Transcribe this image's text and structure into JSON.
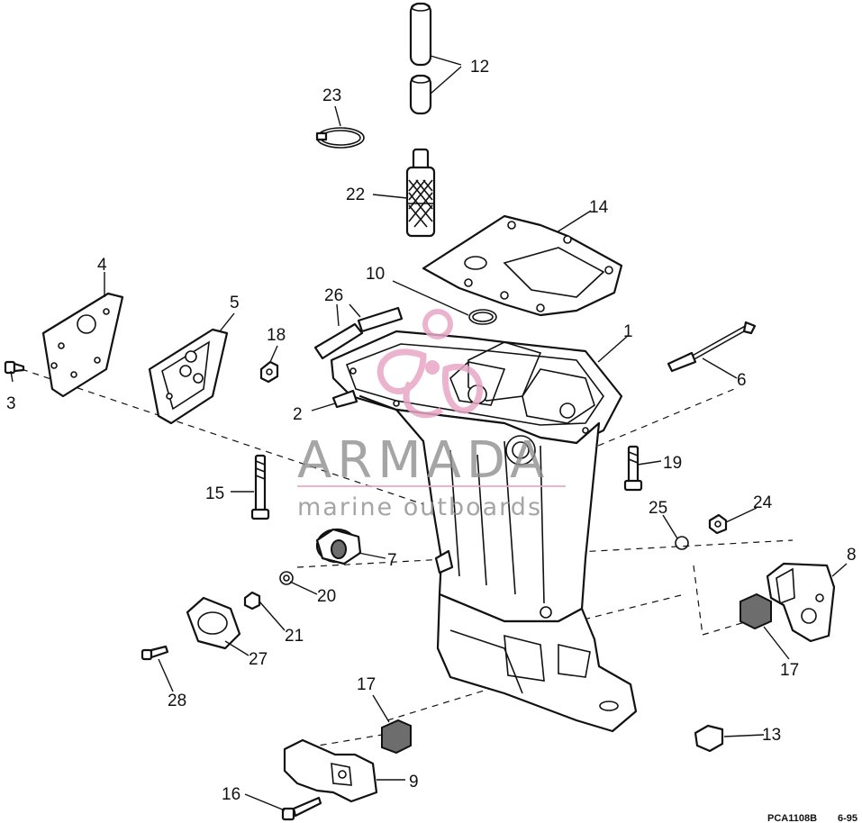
{
  "diagram": {
    "reference_code": "PCA1108B",
    "date_code": "6-95",
    "watermark": {
      "brand": "ARMADA",
      "tagline": "marine outboards",
      "color_gray": "#8f8f8f",
      "color_pink": "#e8a6c6"
    },
    "callouts": [
      {
        "id": "1",
        "label": "1"
      },
      {
        "id": "2",
        "label": "2"
      },
      {
        "id": "3",
        "label": "3"
      },
      {
        "id": "4",
        "label": "4"
      },
      {
        "id": "5",
        "label": "5"
      },
      {
        "id": "6",
        "label": "6"
      },
      {
        "id": "7",
        "label": "7"
      },
      {
        "id": "8",
        "label": "8"
      },
      {
        "id": "9",
        "label": "9"
      },
      {
        "id": "10",
        "label": "10"
      },
      {
        "id": "12",
        "label": "12"
      },
      {
        "id": "13",
        "label": "13"
      },
      {
        "id": "14",
        "label": "14"
      },
      {
        "id": "15",
        "label": "15"
      },
      {
        "id": "16",
        "label": "16"
      },
      {
        "id": "17a",
        "label": "17"
      },
      {
        "id": "17b",
        "label": "17"
      },
      {
        "id": "18",
        "label": "18"
      },
      {
        "id": "19",
        "label": "19"
      },
      {
        "id": "20",
        "label": "20"
      },
      {
        "id": "21",
        "label": "21"
      },
      {
        "id": "22",
        "label": "22"
      },
      {
        "id": "23",
        "label": "23"
      },
      {
        "id": "24",
        "label": "24"
      },
      {
        "id": "25",
        "label": "25"
      },
      {
        "id": "26",
        "label": "26"
      },
      {
        "id": "27",
        "label": "27"
      },
      {
        "id": "28",
        "label": "28"
      }
    ]
  }
}
